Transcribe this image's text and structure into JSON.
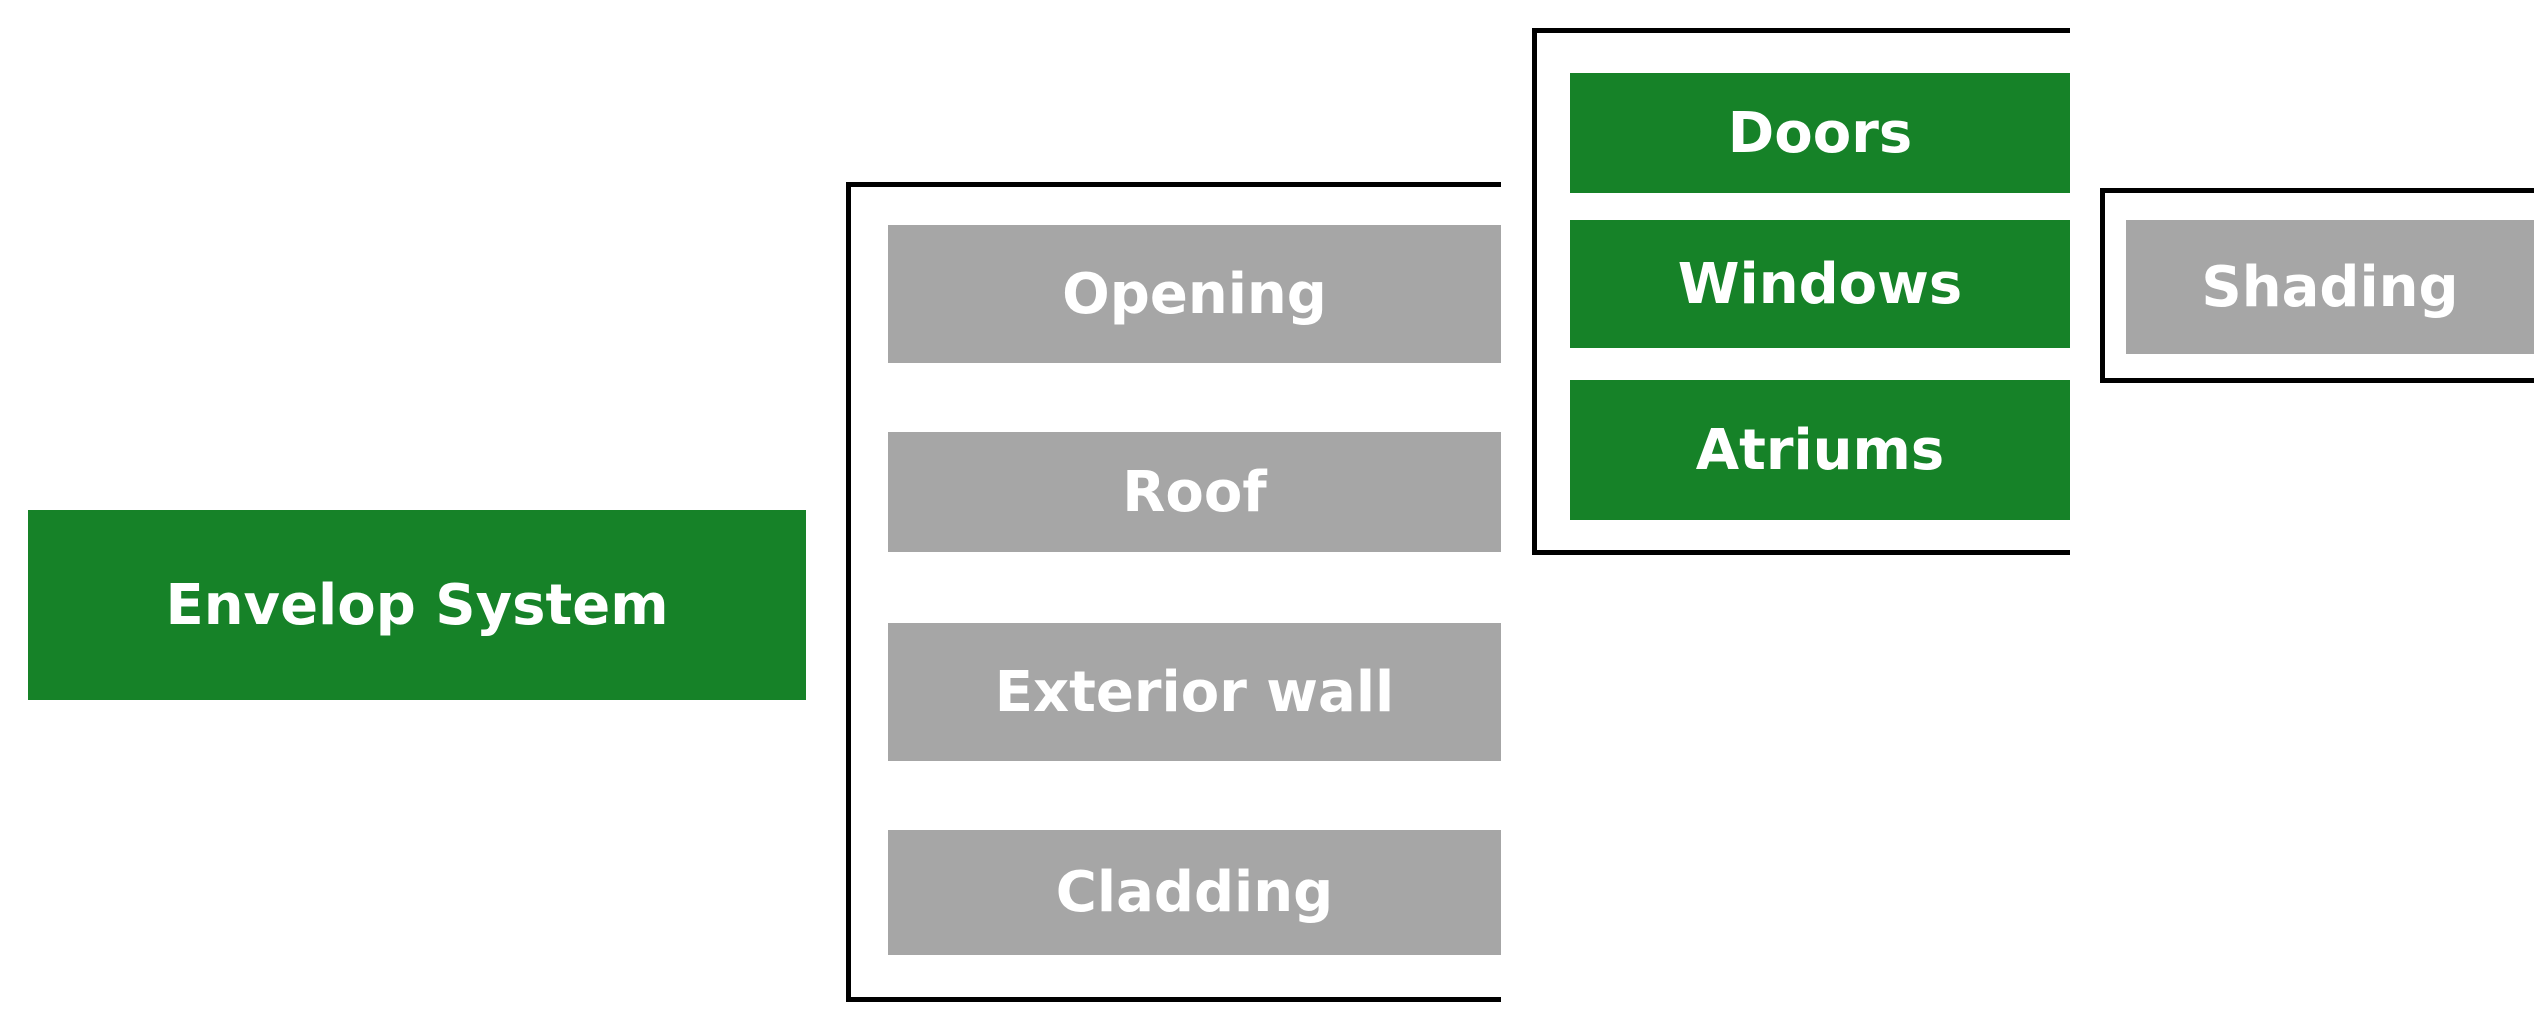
{
  "colors": {
    "primary_green": "#168228",
    "secondary_gray": "#a6a6a6",
    "bracket_black": "#000000",
    "label_white": "#ffffff"
  },
  "root": {
    "label": "Envelop System"
  },
  "level1": {
    "items": [
      {
        "label": "Opening"
      },
      {
        "label": "Roof"
      },
      {
        "label": "Exterior wall"
      },
      {
        "label": "Cladding"
      }
    ]
  },
  "opening_children": {
    "items": [
      {
        "label": "Doors"
      },
      {
        "label": "Windows"
      },
      {
        "label": "Atriums"
      }
    ]
  },
  "windows_children": {
    "items": [
      {
        "label": "Shading"
      }
    ]
  }
}
